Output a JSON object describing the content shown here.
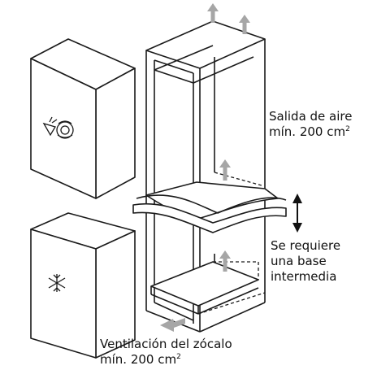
{
  "labels": {
    "air_outlet_line1": "Salida de aire",
    "air_outlet_line2": "mín. 200 cm",
    "air_outlet_sup": "2",
    "base_line1": "Se requiere",
    "base_line2": "una base",
    "base_line3": "intermedia",
    "vent_line1": "Ventilación del zócalo",
    "vent_line2": "mín. 200 cm",
    "vent_sup": "2"
  },
  "icons": {
    "fridge_symbol": "carrot-cabbage-icon",
    "freezer_symbol": "snowflake-icon",
    "airflow": "arrow-up-icon",
    "dimension": "double-arrow-vertical-icon"
  },
  "colors": {
    "line": "#1a1a1a",
    "arrow": "#a6a6a6",
    "background": "#ffffff"
  }
}
